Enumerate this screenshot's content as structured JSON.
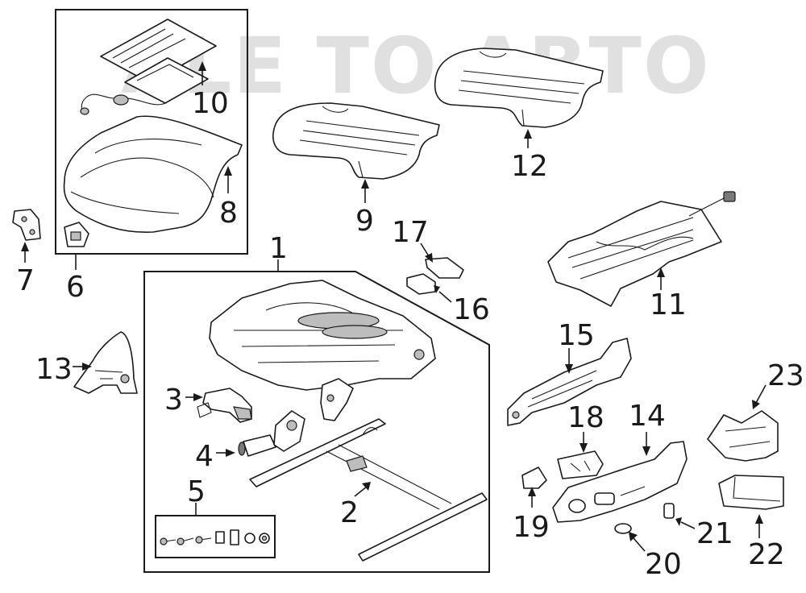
{
  "watermark": "ALE TO ABTO",
  "callouts": {
    "c1": "1",
    "c2": "2",
    "c3": "3",
    "c4": "4",
    "c5": "5",
    "c6": "6",
    "c7": "7",
    "c8": "8",
    "c9": "9",
    "c10": "10",
    "c11": "11",
    "c12": "12",
    "c13": "13",
    "c14": "14",
    "c15": "15",
    "c16": "16",
    "c17": "17",
    "c18": "18",
    "c19": "19",
    "c20": "20",
    "c21": "21",
    "c22": "22",
    "c23": "23"
  },
  "colors": {
    "line": "#1a1a1a",
    "watermark": "#c7c7c7",
    "shade": "#bdbdbd"
  }
}
